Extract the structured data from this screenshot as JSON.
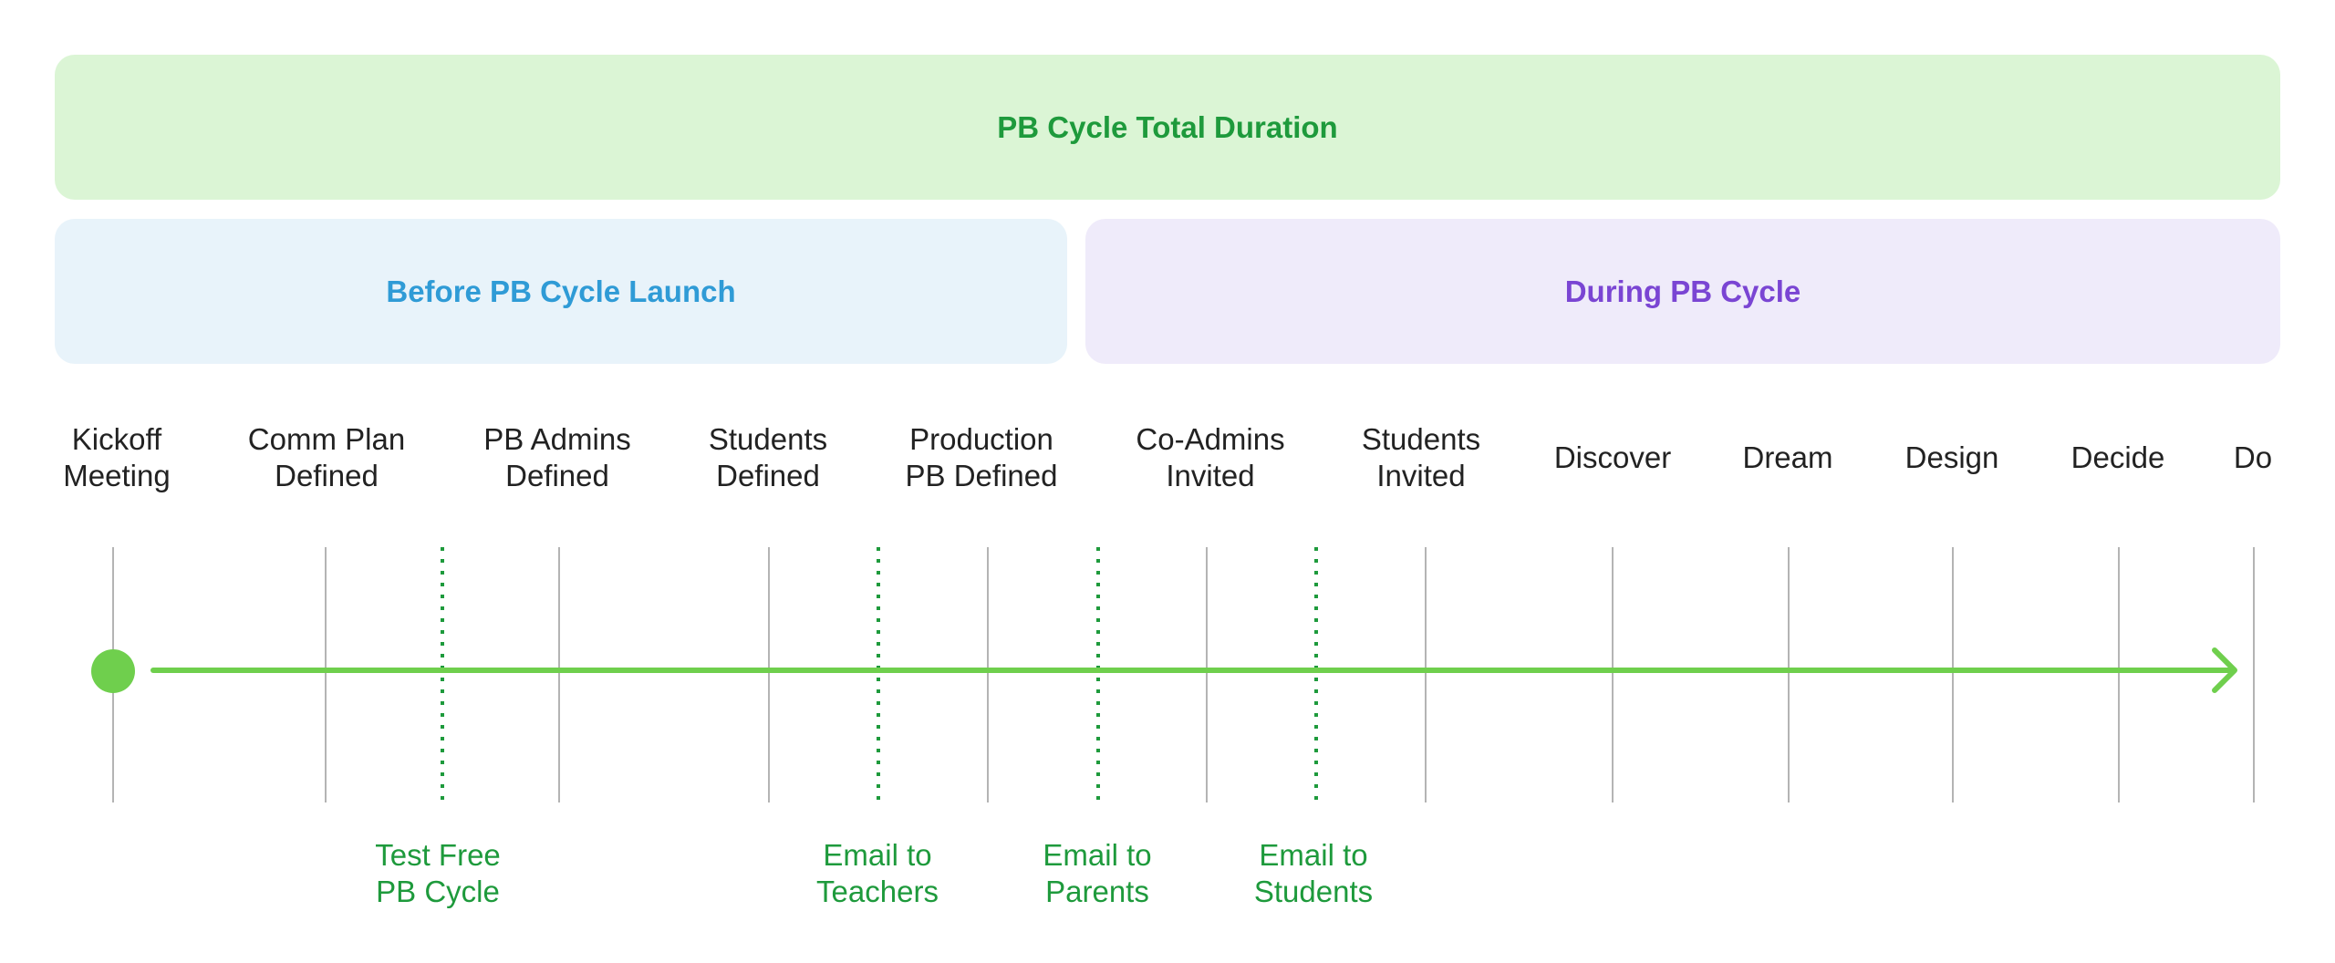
{
  "phases": {
    "total": {
      "label": "PB Cycle Total Duration",
      "bg": "#dbf5d5",
      "color": "#1e9a3c"
    },
    "before": {
      "label": "Before PB Cycle Launch",
      "bg": "#e8f3fa",
      "color": "#2f9bd6"
    },
    "during": {
      "label": "During PB Cycle",
      "bg": "#efebfa",
      "color": "#7a45d3"
    }
  },
  "milestones": [
    "Kickoff\nMeeting",
    "Comm Plan\nDefined",
    "PB Admins\nDefined",
    "Students\nDefined",
    "Production\nPB Defined",
    "Co-Admins\nInvited",
    "Students\nInvited",
    "Discover",
    "Dream",
    "Design",
    "Decide",
    "Do"
  ],
  "activities": [
    "Test Free\n PB Cycle",
    "Email to\nTeachers",
    "Email to\nParents",
    "Email to\nStudents"
  ],
  "colors": {
    "arrow": "#6fcf4d",
    "start_dot": "#6fcf4d",
    "activity": "#1e9a3c",
    "tick": "#b4b4b4",
    "milestone_text": "#222222"
  }
}
